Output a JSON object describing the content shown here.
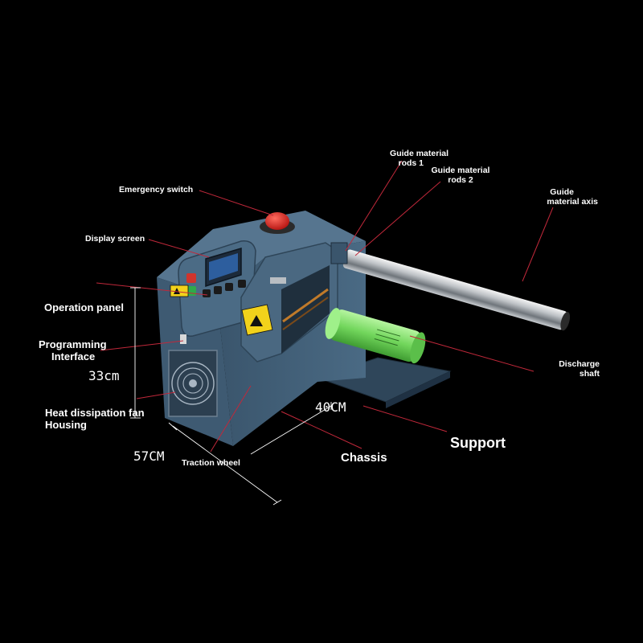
{
  "labels": {
    "emergency_switch": "Emergency switch",
    "display_screen": "Display screen",
    "operation_panel": "Operation panel",
    "programming_interface_1": "Programming",
    "programming_interface_2": "Interface",
    "heat_dissipation_1": "Heat dissipation fan",
    "heat_dissipation_2": "Housing",
    "traction_wheel": "Traction wheel",
    "chassis": "Chassis",
    "support": "Support",
    "discharge_shaft_1": "Discharge",
    "discharge_shaft_2": "shaft",
    "guide_rods_1_a": "Guide material",
    "guide_rods_1_b": "rods 1",
    "guide_rods_2_a": "Guide material",
    "guide_rods_2_b": "rods 2",
    "guide_axis_1": "Guide",
    "guide_axis_2": "material axis"
  },
  "dimensions": {
    "height": "33cm",
    "width": "40CM",
    "depth": "57CM"
  },
  "colors": {
    "background": "#000000",
    "body": "#3f5b73",
    "leader_line": "#c0283a",
    "roller": "#7fe36a",
    "emergency_button": "#e0231f"
  }
}
